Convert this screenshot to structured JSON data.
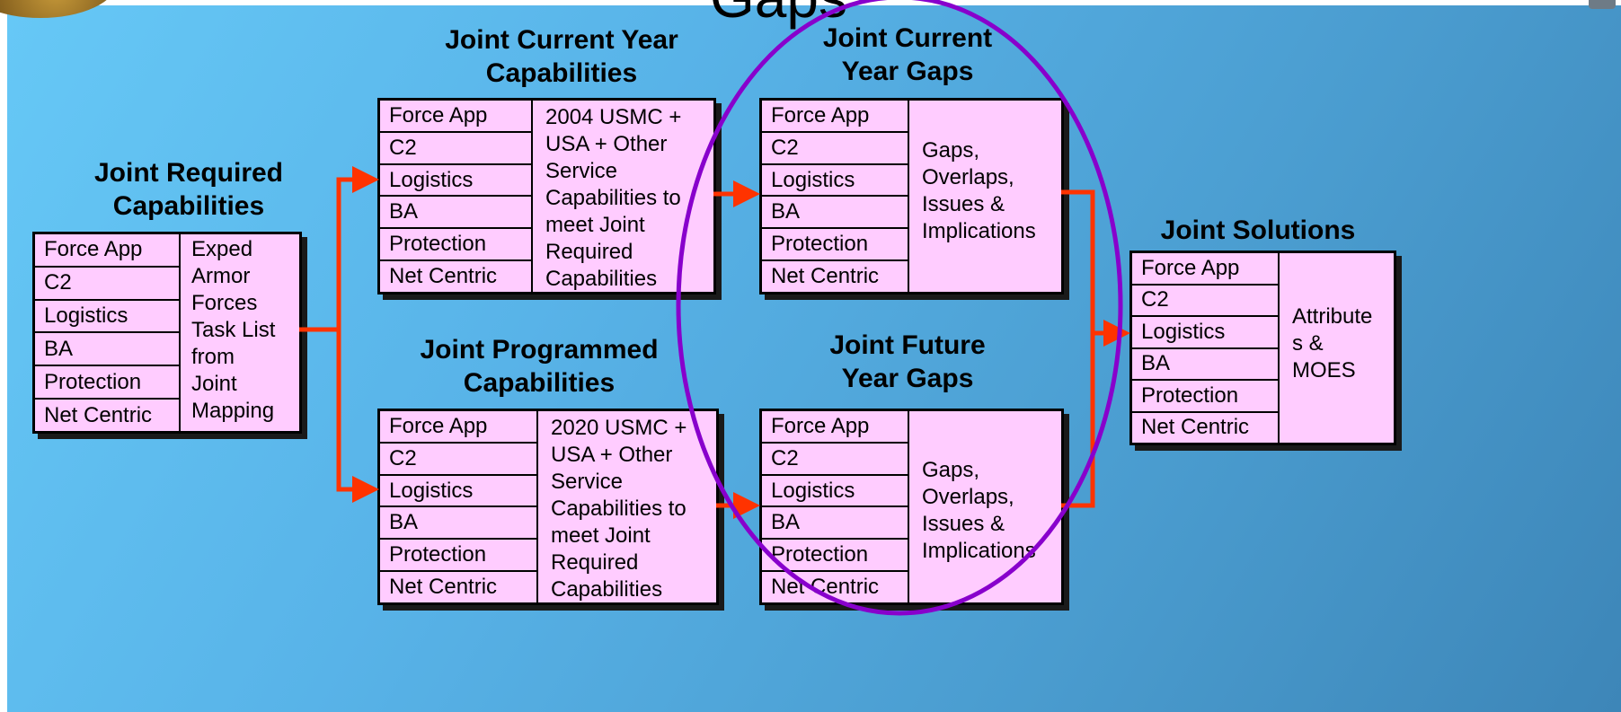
{
  "slide": {
    "title_fragment": "Gaps"
  },
  "groups": {
    "required": {
      "title": "Joint Required\nCapabilities",
      "categories": [
        "Force App",
        "C2",
        "Logistics",
        "BA",
        "Protection",
        "Net Centric"
      ],
      "description": "Exped\nArmor\nForces\nTask List\nfrom\nJoint\nMapping"
    },
    "current": {
      "title": "Joint Current Year\nCapabilities",
      "categories": [
        "Force App",
        "C2",
        "Logistics",
        "BA",
        "Protection",
        "Net Centric"
      ],
      "description": "2004 USMC +\nUSA + Other\nService\nCapabilities to\nmeet Joint\nRequired\nCapabilities"
    },
    "programmed": {
      "title": "Joint Programmed\nCapabilities",
      "categories": [
        "Force App",
        "C2",
        "Logistics",
        "BA",
        "Protection",
        "Net Centric"
      ],
      "description": "2020 USMC +\nUSA + Other\nService\nCapabilities to\nmeet Joint\nRequired\nCapabilities"
    },
    "current_gaps": {
      "title": "Joint Current\nYear Gaps",
      "categories": [
        "Force App",
        "C2",
        "Logistics",
        "BA",
        "Protection",
        "Net Centric"
      ],
      "description": "Gaps,\nOverlaps,\nIssues &\nImplications"
    },
    "future_gaps": {
      "title": "Joint Future\nYear Gaps",
      "categories": [
        "Force App",
        "C2",
        "Logistics",
        "BA",
        "Protection",
        "Net Centric"
      ],
      "description": "Gaps,\nOverlaps,\nIssues &\nImplications"
    },
    "solutions": {
      "title": "Joint Solutions",
      "categories": [
        "Force App",
        "C2",
        "Logistics",
        "BA",
        "Protection",
        "Net Centric"
      ],
      "description": "Attribute\ns &\nMOES"
    }
  },
  "colors": {
    "box_fill": "#ffccff",
    "arrow": "#ff3300",
    "highlight_ellipse": "#8800cc",
    "background_light": "#66c8f6",
    "background_dark": "#3d86b8"
  }
}
